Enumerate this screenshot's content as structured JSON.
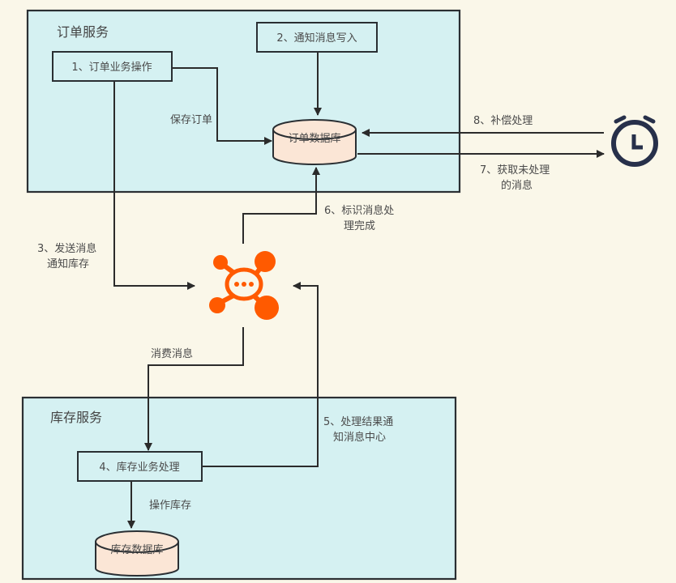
{
  "diagram": {
    "containers": {
      "order_service": {
        "title": "订单服务"
      },
      "inventory_service": {
        "title": "库存服务"
      }
    },
    "nodes": {
      "order_business": {
        "label": "1、订单业务操作"
      },
      "notify_write": {
        "label": "2、通知消息写入"
      },
      "order_db": {
        "label": "订单数据库"
      },
      "inventory_business": {
        "label": "4、库存业务处理"
      },
      "inventory_db": {
        "label": "库存数据库"
      },
      "message_center": {
        "icon": "message-hub-icon",
        "color": "#ff5a00"
      },
      "timer": {
        "icon": "alarm-clock-icon",
        "color": "#27304a"
      }
    },
    "edges": {
      "save_order": {
        "label": "保存订单"
      },
      "send_message": {
        "label_line1": "3、发送消息",
        "label_line2": "通知库存"
      },
      "consume_message": {
        "label": "消费消息"
      },
      "operate_inventory": {
        "label": "操作库存"
      },
      "notify_result": {
        "label_line1": "5、处理结果通",
        "label_line2": "知消息中心"
      },
      "mark_done": {
        "label_line1": "6、标识消息处",
        "label_line2": "理完成"
      },
      "fetch_unprocessed": {
        "label_line1": "7、获取未处理",
        "label_line2": "的消息"
      },
      "compensate": {
        "label": "8、补偿处理"
      }
    },
    "colors": {
      "background": "#faf7e9",
      "container_fill": "#d5f1f2",
      "db_fill": "#fbe6d6",
      "stroke": "#2a2f33",
      "accent": "#ff5a00"
    }
  }
}
